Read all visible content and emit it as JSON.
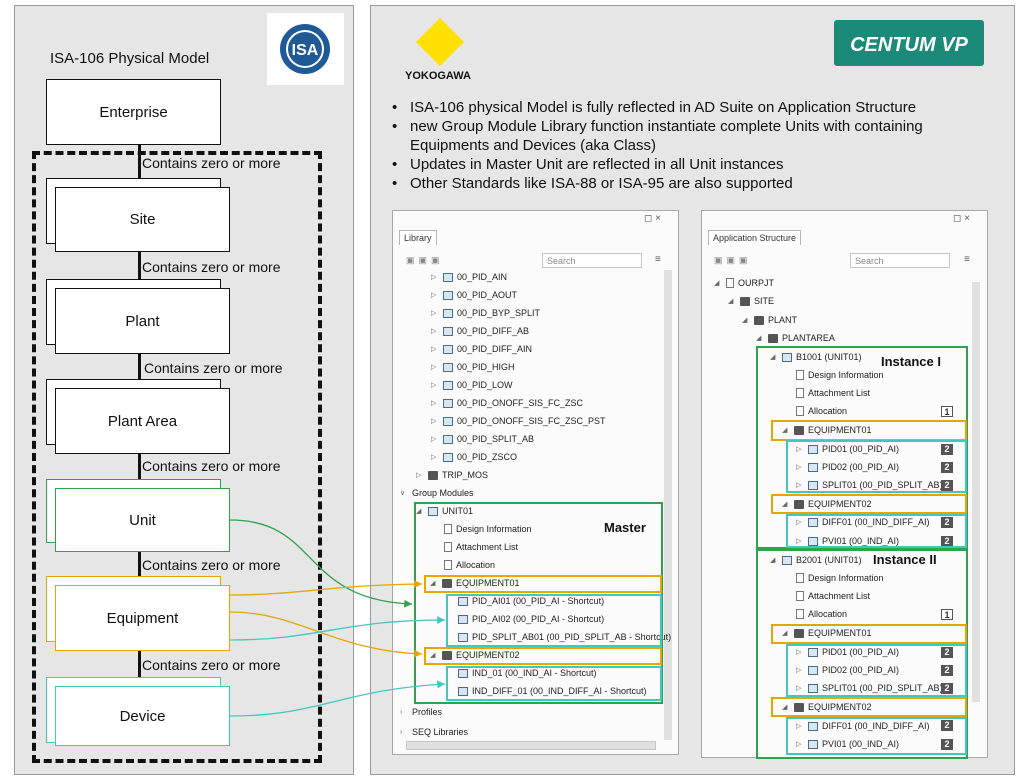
{
  "left": {
    "title": "ISA-106 Physical Model",
    "boxes": [
      "Enterprise",
      "Site",
      "Plant",
      "Plant Area",
      "Unit",
      "Equipment",
      "Device"
    ],
    "contains": "Contains zero or more"
  },
  "logos": {
    "isa": "ISA",
    "yokogawa": "YOKOGAWA",
    "centum": "CENTUM VP"
  },
  "bullets": [
    "ISA-106 physical Model is fully reflected in AD Suite on Application Structure",
    "new Group Module Library function instantiate complete Units with containing Equipments and Devices (aka Class)",
    "Updates in Master Unit are reflected in all Unit instances",
    "Other Standards like ISA-88 or ISA-95 are also supported"
  ],
  "library": {
    "tab": "Library",
    "search_placeholder": "Search",
    "items": [
      "00_PID_AIN",
      "00_PID_AOUT",
      "00_PID_BYP_SPLIT",
      "00_PID_DIFF_AB",
      "00_PID_DIFF_AIN",
      "00_PID_HIGH",
      "00_PID_LOW",
      "00_PID_ONOFF_SIS_FC_ZSC",
      "00_PID_ONOFF_SIS_FC_ZSC_PST",
      "00_PID_SPLIT_AB",
      "00_PID_ZSCO",
      "TRIP_MOS"
    ],
    "group_modules": "Group Modules",
    "unit": "UNIT01",
    "unit_children": [
      "Design Information",
      "Attachment List",
      "Allocation"
    ],
    "eq1": "EQUIPMENT01",
    "eq1_children": [
      "PID_AI01 (00_PID_AI - Shortcut)",
      "PID_AI02 (00_PID_AI - Shortcut)",
      "PID_SPLIT_AB01 (00_PID_SPLIT_AB - Shortcut)"
    ],
    "eq2": "EQUIPMENT02",
    "eq2_children": [
      "IND_01 (00_IND_AI - Shortcut)",
      "IND_DIFF_01 (00_IND_DIFF_AI - Shortcut)"
    ],
    "profiles": "Profiles",
    "seq": "SEQ Libraries",
    "master": "Master"
  },
  "app": {
    "tab": "Application Structure",
    "search_placeholder": "Search",
    "root": "OURPJT",
    "site": "SITE",
    "plant": "PLANT",
    "plantarea": "PLANTAREA",
    "b1001": "B1001 (UNIT01)",
    "b2001": "B2001 (UNIT01)",
    "children": [
      "Design Information",
      "Attachment List",
      "Allocation"
    ],
    "eq1": "EQUIPMENT01",
    "eq1_children": [
      "PID01 (00_PID_AI)",
      "PID02 (00_PID_AI)",
      "SPLIT01 (00_PID_SPLIT_AB)"
    ],
    "eq2": "EQUIPMENT02",
    "eq2_children": [
      "DIFF01 (00_IND_DIFF_AI)",
      "PVI01 (00_IND_AI)"
    ],
    "instance1": "Instance I",
    "instance2": "Instance II",
    "badge1": "1",
    "badge2": "2"
  },
  "colors": {
    "unit": "#2ea34b",
    "equipment": "#e5a600",
    "device": "#3ec8c0",
    "centum": "#1c8a78"
  }
}
